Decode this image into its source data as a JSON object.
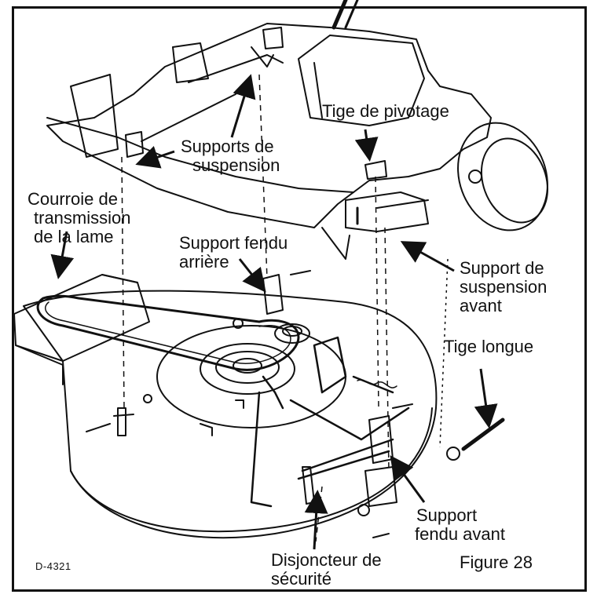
{
  "labels": {
    "pivot_rod": "Tige de pivotage",
    "suspension_supports": [
      "Supports de",
      "suspension"
    ],
    "blade_belt": [
      "Courroie de",
      "transmission",
      "de la lame"
    ],
    "rear_slotted_support": [
      "Support fendu",
      "arrière"
    ],
    "front_suspension_support": [
      "Support de",
      "suspension",
      "avant"
    ],
    "long_rod": "Tige longue",
    "front_slotted_support": [
      "Support",
      "fendu avant"
    ],
    "safety_breaker": [
      "Disjoncteur de",
      "sécurité"
    ]
  },
  "drawing_id": "D-4321",
  "figure_caption": "Figure 28"
}
